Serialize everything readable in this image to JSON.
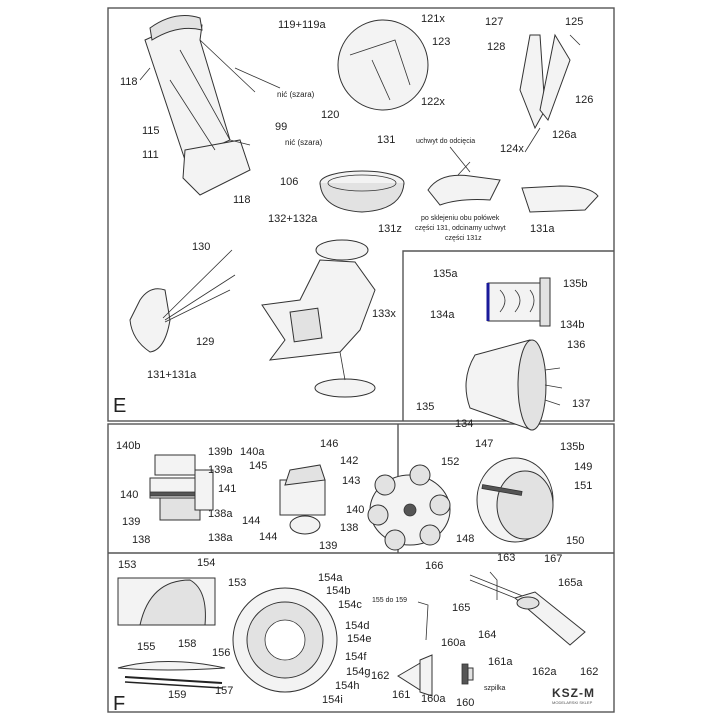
{
  "sections": {
    "e": "E",
    "f": "F"
  },
  "labels": {
    "p118_top": "118",
    "p115": "115",
    "p99": "99",
    "p111": "111",
    "p106": "106",
    "p118_bottom": "118",
    "nic_1": "nić (szara)",
    "nic_2": "nić (szara)",
    "p119": "119+119a",
    "p121x": "121x",
    "p123": "123",
    "p120": "120",
    "p122x": "122x",
    "p127": "127",
    "p125": "125",
    "p128": "128",
    "p126": "126",
    "p126a": "126a",
    "p124x": "124x",
    "p131": "131",
    "p131z": "131z",
    "p131a": "131a",
    "uchwyt": "uchwyt do odcięcia",
    "note": [
      "po sklejeniu obu połówek",
      "części 131, odcinamy uchwyt",
      "części 131z"
    ],
    "p130": "130",
    "p129": "129",
    "p131_131a": "131+131a",
    "p132": "132+132a",
    "p133x": "133x",
    "p135a": "135a",
    "p135b_top": "135b",
    "p134a": "134a",
    "p134b": "134b",
    "p136": "136",
    "p135": "135",
    "p134": "134",
    "p137": "137",
    "p135b_bottom": "135b",
    "p140b": "140b",
    "p139b": "139b",
    "p139a": "139a",
    "p140": "140",
    "p141": "141",
    "p139": "139",
    "p138a_1": "138a",
    "p138": "138",
    "p138a_2": "138a",
    "p140a": "140a",
    "p146": "146",
    "p145": "145",
    "p142": "142",
    "p143": "143",
    "p144_1": "144",
    "p140_2": "140",
    "p144_2": "144",
    "p138_2": "138",
    "p139_2": "139",
    "p147": "147",
    "p152": "152",
    "p149": "149",
    "p151": "151",
    "p148": "148",
    "p150": "150",
    "p153_1": "153",
    "p154_1": "154",
    "p153_2": "153",
    "p154a": "154a",
    "p154b": "154b",
    "p154c": "154c",
    "p154d": "154d",
    "p154e": "154e",
    "p154f": "154f",
    "p154g": "154g",
    "p154h": "154h",
    "p154i": "154i",
    "p155_159": "155 do 159",
    "p155": "155",
    "p158": "158",
    "p156": "156",
    "p157": "157",
    "p159": "159",
    "p166": "166",
    "p163": "163",
    "p167": "167",
    "p165a": "165a",
    "p165": "165",
    "p164": "164",
    "p162a": "162a",
    "p162_r": "162",
    "p160a_1": "160a",
    "p161a": "161a",
    "p162_l": "162",
    "p161": "161",
    "p160a_2": "160a",
    "p160": "160",
    "szpilka": "szpilka"
  },
  "logo": {
    "name": "KSZ-M",
    "sub": "MODELARSKI SKLEP"
  },
  "colors": {
    "line": "#333333",
    "fill": "#f3f3f3",
    "frame": "#555555"
  }
}
